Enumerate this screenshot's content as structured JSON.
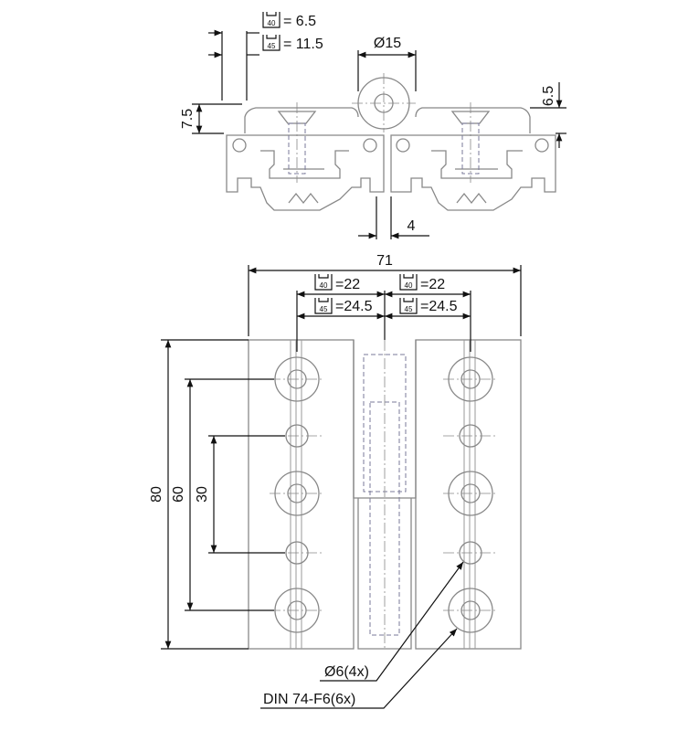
{
  "top_view": {
    "slot40_offset": "= 6.5",
    "slot45_offset": "= 11.5",
    "slot40_badge": "40",
    "slot45_badge": "45",
    "knuckle_diameter": "Ø15",
    "knuckle_height": "6.5",
    "plate_height": "7.5",
    "knuckle_gap": "4"
  },
  "front_view": {
    "overall_width": "71",
    "slot40_left_pitch": "=22",
    "slot40_right_pitch": "=22",
    "slot45_left_pitch": "=24.5",
    "slot45_right_pitch": "=24.5",
    "slot40_badge": "40",
    "slot45_badge": "45",
    "overall_height": "80",
    "hole_span_outer": "60",
    "hole_span_inner": "30",
    "hole_note": "Ø6(4x)",
    "screw_note": "DIN 74-F6(6x)"
  }
}
